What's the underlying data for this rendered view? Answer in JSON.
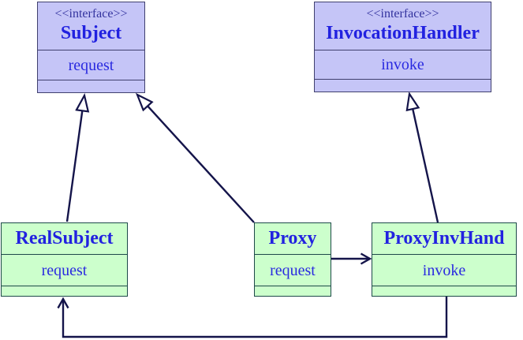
{
  "colors": {
    "background": "#ffffff",
    "interface_fill": "#c5c5f7",
    "interface_border": "#40406e",
    "class_fill": "#ccffcc",
    "class_border": "#1d4949",
    "stereotype_text": "#32329e",
    "name_text": "#2222e0",
    "method_text": "#2a2ae0",
    "arrow": "#14144a"
  },
  "diagram": {
    "interfaces": [
      {
        "stereotype": "<<interface>>",
        "name": "Subject",
        "methods": [
          "request"
        ]
      },
      {
        "stereotype": "<<interface>>",
        "name": "InvocationHandler",
        "methods": [
          "invoke"
        ]
      }
    ],
    "classes": [
      {
        "name": "RealSubject",
        "methods": [
          "request"
        ]
      },
      {
        "name": "Proxy",
        "methods": [
          "request"
        ]
      },
      {
        "name": "ProxyInvHand",
        "methods": [
          "invoke"
        ]
      }
    ],
    "relations": [
      {
        "from": "RealSubject",
        "to": "Subject",
        "type": "realization",
        "arrowhead": "hollow-triangle"
      },
      {
        "from": "Proxy",
        "to": "Subject",
        "type": "realization",
        "arrowhead": "hollow-triangle"
      },
      {
        "from": "ProxyInvHand",
        "to": "InvocationHandler",
        "type": "realization",
        "arrowhead": "hollow-triangle"
      },
      {
        "from": "Proxy",
        "to": "ProxyInvHand",
        "type": "association",
        "arrowhead": "open-vee"
      },
      {
        "from": "ProxyInvHand",
        "to": "RealSubject",
        "type": "association",
        "arrowhead": "open-vee"
      }
    ]
  }
}
